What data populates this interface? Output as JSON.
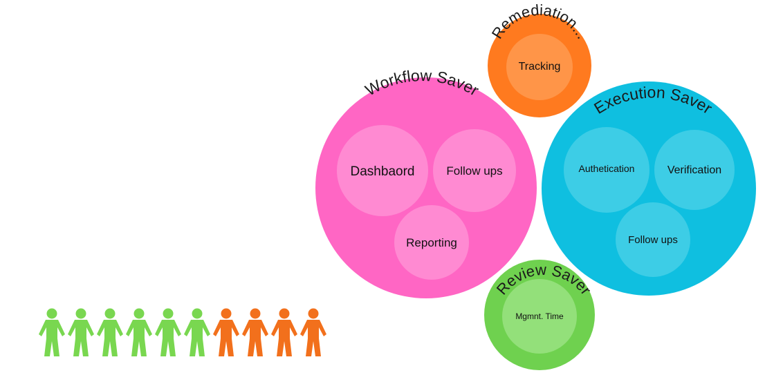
{
  "colors": {
    "workflow_outer": "#ff66c4",
    "workflow_inner": "#ff8ad2",
    "execution_outer": "#0fbfe0",
    "execution_inner": "#3dcde6",
    "remediation_outer": "#ff7a1f",
    "remediation_inner": "#ff9548",
    "review_outer": "#6fd14f",
    "review_inner": "#93e07a",
    "person_green": "#79d750",
    "person_orange": "#f2701c"
  },
  "groups": {
    "workflow": {
      "title": "Workflow Saver",
      "items": [
        "Dashbaord",
        "Follow ups",
        "Reporting"
      ]
    },
    "execution": {
      "title": "Execution Saver",
      "items": [
        "Authetication",
        "Verification",
        "Follow ups"
      ]
    },
    "remediation": {
      "title": "Remediation...",
      "items": [
        "Tracking"
      ]
    },
    "review": {
      "title": "Review Saver",
      "items": [
        "Mgmnt. Time"
      ]
    }
  },
  "people": {
    "icon": "person-icon",
    "green_count": 6,
    "orange_count": 4
  }
}
